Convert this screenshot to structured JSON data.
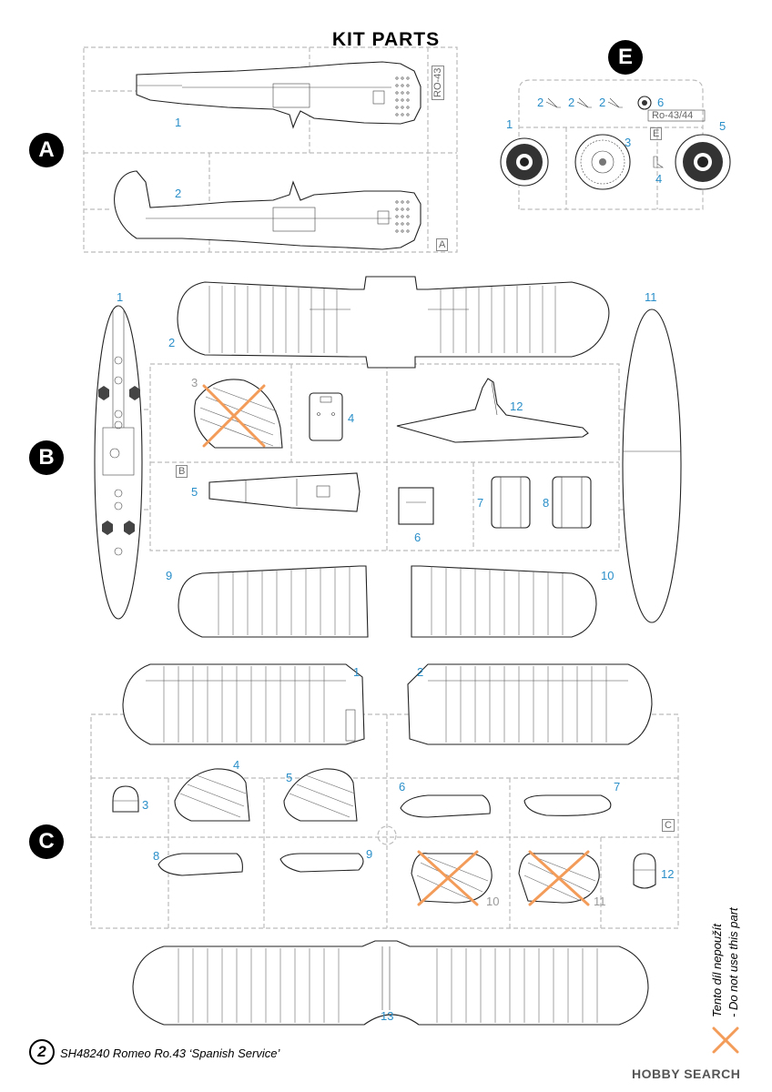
{
  "title": "KIT PARTS",
  "sprues": {
    "A": {
      "letter": "A",
      "parts": [
        "1",
        "2"
      ],
      "code": "RO-43"
    },
    "E": {
      "letter": "E",
      "parts": [
        "1",
        "2",
        "2",
        "2",
        "3",
        "4",
        "5",
        "6"
      ],
      "code": "Ro-43/44"
    },
    "B": {
      "letter": "B",
      "parts": [
        "1",
        "2",
        "3",
        "4",
        "5",
        "6",
        "7",
        "8",
        "9",
        "10",
        "11",
        "12"
      ]
    },
    "C": {
      "letter": "C",
      "parts": [
        "1",
        "2",
        "3",
        "4",
        "5",
        "6",
        "7",
        "8",
        "9",
        "10",
        "11",
        "12",
        "13"
      ]
    }
  },
  "legend": {
    "line1": "Tento díl nepoužít",
    "line2": "- Do not use this part"
  },
  "footer": {
    "page_number": "2",
    "text": "SH48240 Romeo Ro.43 ‘Spanish Service’"
  },
  "watermark": "HOBBY SEARCH",
  "colors": {
    "part_number": "#2a8fc9",
    "do_not_use_cross": "#f39c5a",
    "sprue_frame": "#bbbbbb"
  }
}
